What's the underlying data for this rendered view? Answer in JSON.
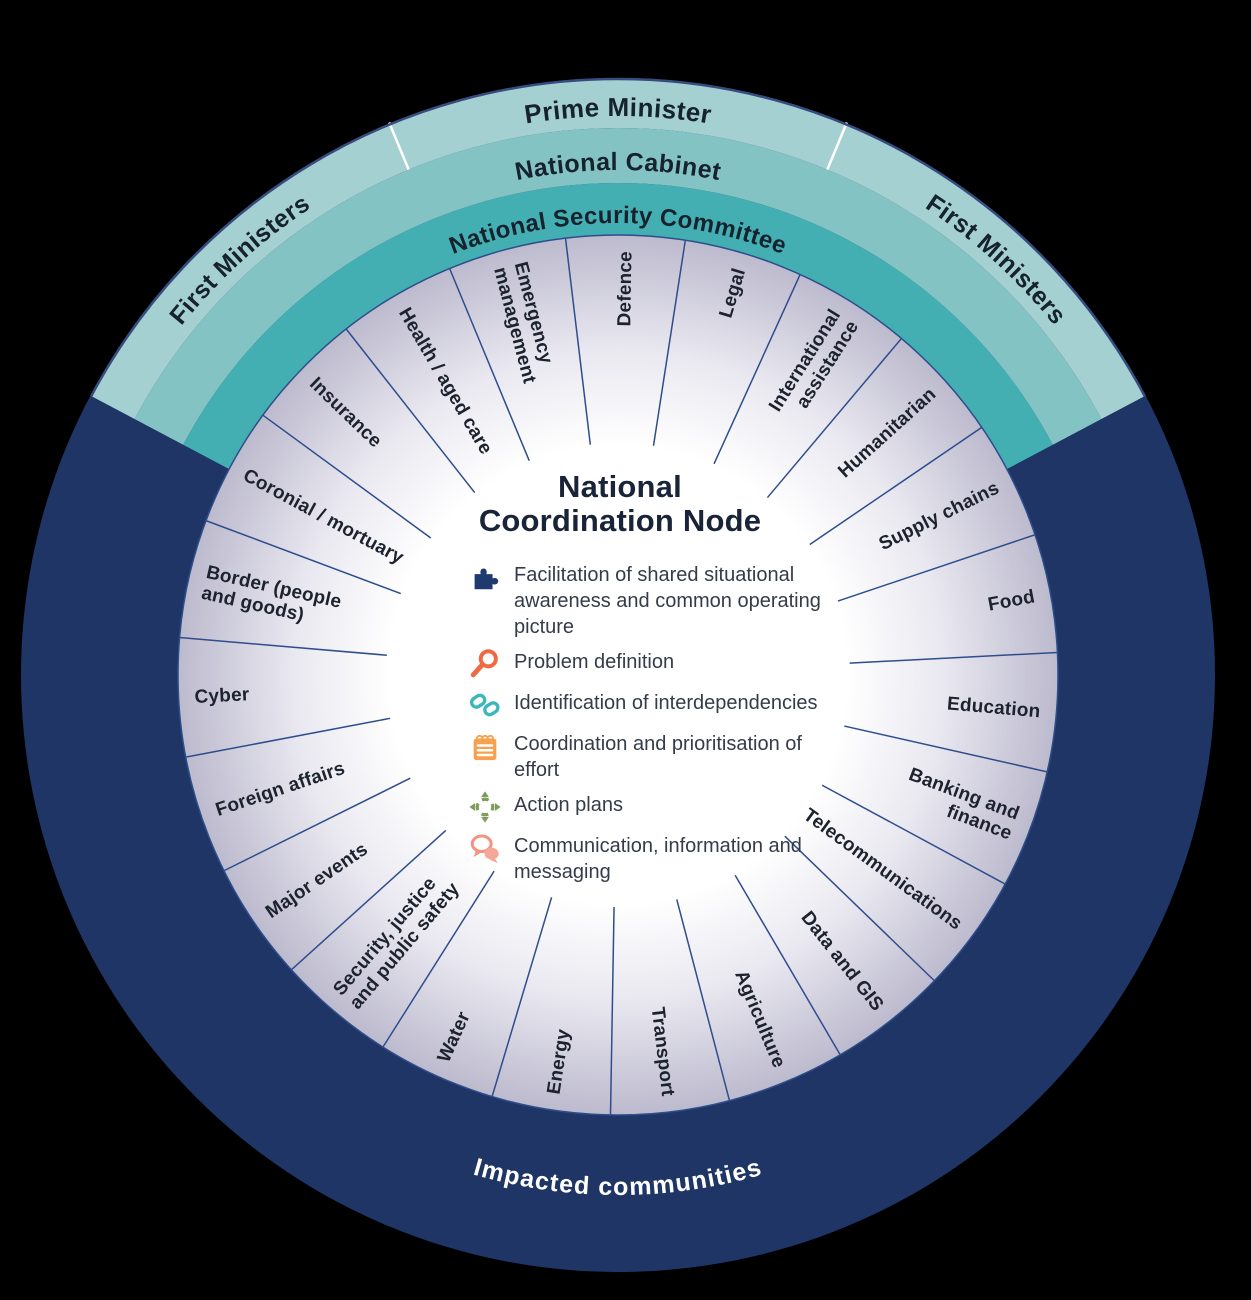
{
  "background": "#000000",
  "outer_ring": {
    "label": "Impacted communities",
    "color": "#1F3566",
    "label_color": "#FFFFFF"
  },
  "governance_arcs": {
    "bands": [
      {
        "label": "Prime Minister",
        "color": "#A5D0D2"
      },
      {
        "label": "National Cabinet",
        "color": "#84C3C4"
      },
      {
        "label": "National Security Committee",
        "color": "#44AFB2"
      }
    ],
    "first_ministers_left": "First Ministers",
    "first_ministers_right": "First Ministers",
    "divider_color": "#FFFFFF",
    "edge_color": "#364C7E",
    "label_color": "#16222E"
  },
  "sector_ring": {
    "outer_color": "#BCBACD",
    "mid_color": "#E9E8F0",
    "inner_color": "#FFFFFF",
    "divider_color": "#2E4D8C",
    "label_color": "#1D232E",
    "sectors": [
      {
        "lines": [
          "Defence"
        ]
      },
      {
        "lines": [
          "Legal"
        ]
      },
      {
        "lines": [
          "International",
          "assistance"
        ]
      },
      {
        "lines": [
          "Humanitarian"
        ]
      },
      {
        "lines": [
          "Supply chains"
        ]
      },
      {
        "lines": [
          "Food"
        ]
      },
      {
        "lines": [
          "Education"
        ]
      },
      {
        "lines": [
          "Banking and",
          "finance"
        ]
      },
      {
        "lines": [
          "Telecommunications"
        ]
      },
      {
        "lines": [
          "Data and GIS"
        ]
      },
      {
        "lines": [
          "Agriculture"
        ]
      },
      {
        "lines": [
          "Transport"
        ]
      },
      {
        "lines": [
          "Energy"
        ]
      },
      {
        "lines": [
          "Water"
        ]
      },
      {
        "lines": [
          "Security, justice",
          "and public safety"
        ]
      },
      {
        "lines": [
          "Major events"
        ]
      },
      {
        "lines": [
          "Foreign affairs"
        ]
      },
      {
        "lines": [
          "Cyber"
        ]
      },
      {
        "lines": [
          "Border (people",
          "and goods)"
        ]
      },
      {
        "lines": [
          "Coronial / mortuary"
        ]
      },
      {
        "lines": [
          "Insurance"
        ]
      },
      {
        "lines": [
          "Health / aged care"
        ]
      },
      {
        "lines": [
          "Emergency",
          "management"
        ]
      }
    ]
  },
  "center": {
    "title_lines": [
      "National",
      "Coordination Node"
    ],
    "functions": [
      {
        "icon": "puzzle-icon",
        "color": "#1E3A6E",
        "color2": "#1E3A6E",
        "text": "Facilitation of shared situational awareness and common operating picture"
      },
      {
        "icon": "magnifier-icon",
        "color": "#ED6A42",
        "color2": "#ED6A42",
        "text": "Problem definition"
      },
      {
        "icon": "chain-link-icon",
        "color": "#3CB8BC",
        "color2": "#3CB8BC",
        "text": "Identification of interdependencies"
      },
      {
        "icon": "notepad-icon",
        "color": "#F7A14E",
        "color2": "#FFFFFF",
        "text": "Coordination and prioritisation of effort"
      },
      {
        "icon": "action-plans-icon",
        "color": "#7E9C5B",
        "color2": "#7E9C5B",
        "text": "Action plans"
      },
      {
        "icon": "speech-bubbles-icon",
        "color": "#F29482",
        "color2": "#F5A897",
        "text": "Communication, information and messaging"
      }
    ]
  }
}
